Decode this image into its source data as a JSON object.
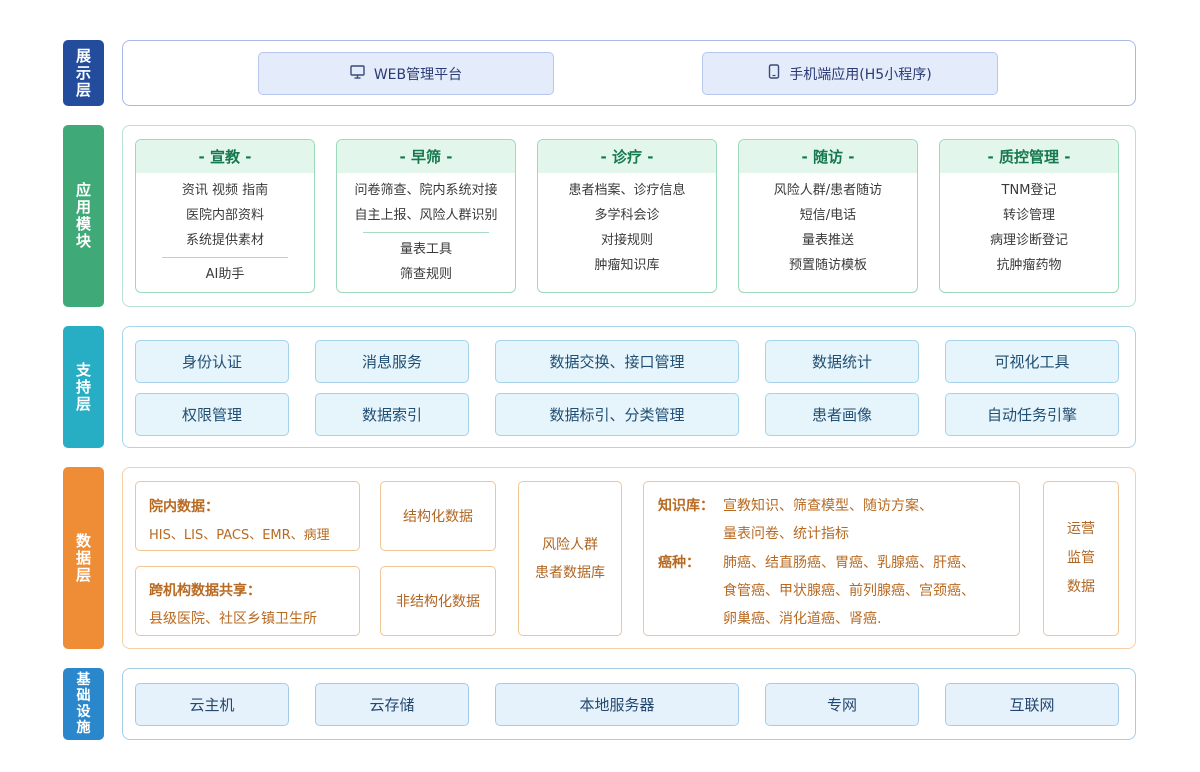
{
  "layers": {
    "presentation": {
      "label": [
        "展",
        "示",
        "层"
      ],
      "items": [
        {
          "label": "WEB管理平台",
          "icon": "monitor-icon"
        },
        {
          "label": "手机端应用(H5小程序)",
          "icon": "phone-icon"
        }
      ]
    },
    "application": {
      "label": [
        "应",
        "用",
        "模",
        "块"
      ],
      "modules": [
        {
          "title": "- 宣教 -",
          "lines": [
            "资讯 视频 指南",
            "医院内部资料",
            "系统提供素材"
          ],
          "extra": [
            "AI助手"
          ]
        },
        {
          "title": "- 早筛 -",
          "lines": [
            "问卷筛查、院内系统对接",
            "自主上报、风险人群识别"
          ],
          "extra": [
            "量表工具",
            "筛查规则"
          ]
        },
        {
          "title": "- 诊疗 -",
          "lines": [
            "患者档案、诊疗信息",
            "多学科会诊",
            "对接规则",
            "肿瘤知识库"
          ],
          "extra": []
        },
        {
          "title": "- 随访 -",
          "lines": [
            "风险人群/患者随访",
            "短信/电话",
            "量表推送",
            "预置随访模板"
          ],
          "extra": []
        },
        {
          "title": "- 质控管理 -",
          "lines": [
            "TNM登记",
            "转诊管理",
            "病理诊断登记",
            "抗肿瘤药物"
          ],
          "extra": []
        }
      ]
    },
    "support": {
      "label": [
        "支",
        "持",
        "层"
      ],
      "row1": [
        "身份认证",
        "消息服务",
        "数据交换、接口管理",
        "数据统计",
        "可视化工具"
      ],
      "row2": [
        "权限管理",
        "数据索引",
        "数据标引、分类管理",
        "患者画像",
        "自动任务引擎"
      ]
    },
    "data": {
      "label": [
        "数",
        "据",
        "层"
      ],
      "hospital_title": "院内数据：",
      "hospital_items": "HIS、LIS、PACS、EMR、病理",
      "shared_title": "跨机构数据共享：",
      "shared_items": "县级医院、社区乡镇卫生所",
      "structured": "结构化数据",
      "unstructured": "非结构化数据",
      "risk_db": [
        "风险人群",
        "患者数据库"
      ],
      "kb_title": "知识库：",
      "kb_lines": [
        "宣教知识、筛查模型、随访方案、",
        "量表问卷、统计指标"
      ],
      "cancer_title": "癌种：",
      "cancer_lines": [
        "肺癌、结直肠癌、胃癌、乳腺癌、肝癌、",
        "食管癌、甲状腺癌、前列腺癌、宫颈癌、",
        "卵巢癌、消化道癌、肾癌."
      ],
      "ops": [
        "运营",
        "监管",
        "数据"
      ]
    },
    "infrastructure": {
      "label": [
        "基",
        "础",
        "设",
        "施"
      ],
      "items": [
        "云主机",
        "云存储",
        "本地服务器",
        "专网",
        "互联网"
      ]
    }
  },
  "colors": {
    "presentation": "#234d9c",
    "application": "#3fa977",
    "support": "#27adc4",
    "data": "#ef8d36",
    "infrastructure": "#2a87cc"
  }
}
